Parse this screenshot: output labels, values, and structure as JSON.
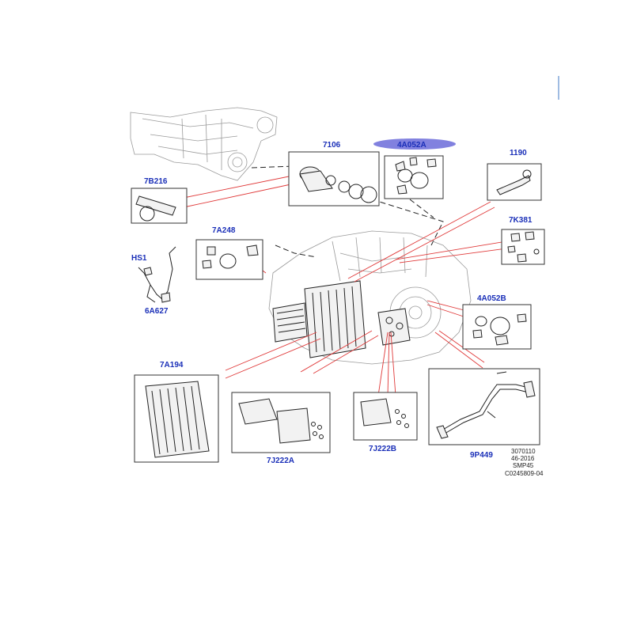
{
  "callouts": {
    "c7106": "7106",
    "c4A052A": "4A052A",
    "c1190": "1190",
    "c7B216": "7B216",
    "c7A248": "7A248",
    "c7K381": "7K381",
    "cHS1": "HS1",
    "c6A627": "6A627",
    "c4A052B": "4A052B",
    "c7A194": "7A194",
    "c7J222A": "7J222A",
    "c7J222B": "7J222B",
    "c9P449": "9P449"
  },
  "footer": {
    "line1": "3070110",
    "line2": "46-2016",
    "line3": "SMP45",
    "line4": "C0245809-04"
  },
  "colors": {
    "callout_text": "#1a2fb8",
    "highlight": "#6b6bd9",
    "leader_line": "#e03a3a"
  }
}
